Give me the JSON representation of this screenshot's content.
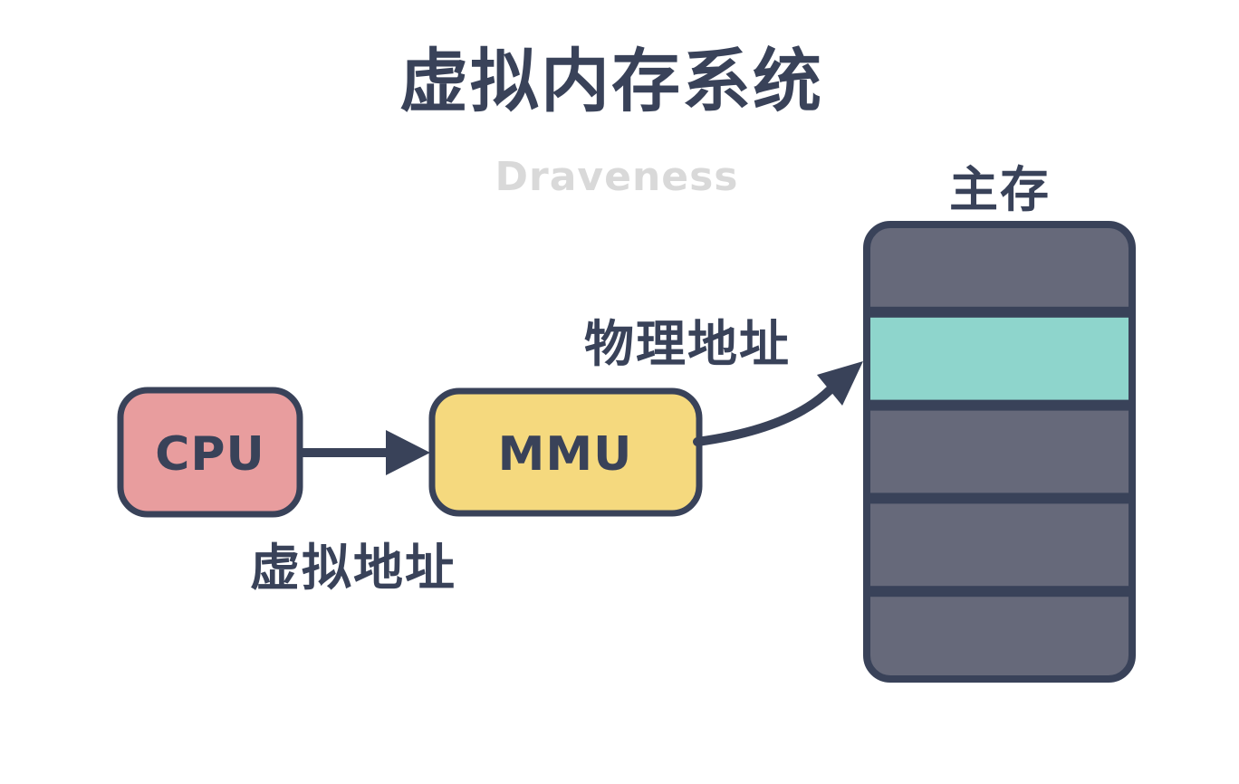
{
  "title": "虚拟内存系统",
  "watermark": "Draveness",
  "colors": {
    "ink": "#394259",
    "watermark": "#d9d9d9",
    "background": "#ffffff",
    "cpu_box": "#e89d9e",
    "mmu_box": "#f5d97e",
    "memory_gray": "#66697a",
    "memory_teal": "#8ed5cc"
  },
  "nodes": {
    "cpu": {
      "label": "CPU"
    },
    "mmu": {
      "label": "MMU"
    },
    "memory": {
      "label": "主存"
    }
  },
  "edges": {
    "cpu_to_mmu": {
      "label": "虚拟地址"
    },
    "mmu_to_memory": {
      "label": "物理地址"
    }
  },
  "memory": {
    "rows": [
      {
        "color": "memory_gray",
        "highlighted": false
      },
      {
        "color": "memory_teal",
        "highlighted": true
      },
      {
        "color": "memory_gray",
        "highlighted": false
      },
      {
        "color": "memory_gray",
        "highlighted": false
      },
      {
        "color": "memory_gray",
        "highlighted": false
      }
    ]
  }
}
